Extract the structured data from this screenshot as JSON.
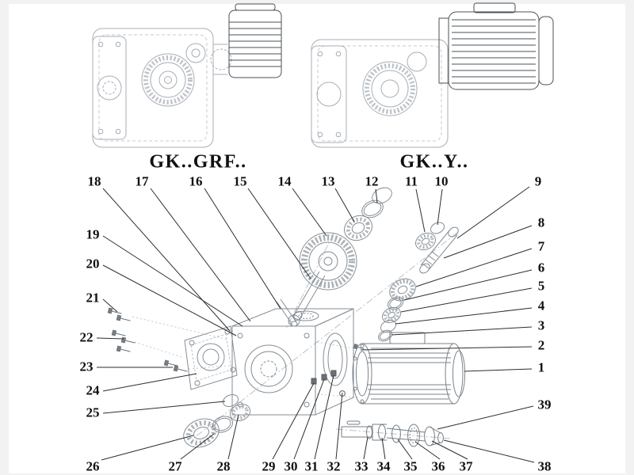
{
  "page": {
    "background": "#f2f2f2",
    "canvas": "#ffffff"
  },
  "diagram": {
    "type": "exploded-parts-diagram",
    "titles": [
      {
        "text": "GK..GRF.."
      },
      {
        "text": "GK..Y.."
      }
    ],
    "colors": {
      "line_art_light": "#a8aeb5",
      "line_art_mid": "#868e95",
      "line_art_dark": "#4b5056",
      "leader_line": "#2e2e2e",
      "label_text": "#111111",
      "title_text": "#111111"
    },
    "callouts": [
      {
        "n": "18",
        "label": [
          119,
          229
        ],
        "line": [
          130,
          238,
          290,
          418
        ]
      },
      {
        "n": "17",
        "label": [
          179,
          229
        ],
        "line": [
          190,
          238,
          316,
          406
        ]
      },
      {
        "n": "16",
        "label": [
          247,
          229
        ],
        "line": [
          258,
          238,
          354,
          390
        ]
      },
      {
        "n": "15",
        "label": [
          303,
          229
        ],
        "line": [
          313,
          238,
          392,
          352
        ]
      },
      {
        "n": "14",
        "label": [
          359,
          229
        ],
        "line": [
          369,
          238,
          412,
          298
        ]
      },
      {
        "n": "13",
        "label": [
          414,
          229
        ],
        "line": [
          423,
          238,
          447,
          280
        ]
      },
      {
        "n": "12",
        "label": [
          469,
          229
        ],
        "line": [
          474,
          239,
          476,
          256
        ]
      },
      {
        "n": "11",
        "label": [
          519,
          229
        ],
        "line": [
          525,
          239,
          536,
          293
        ]
      },
      {
        "n": "10",
        "label": [
          557,
          229
        ],
        "line": [
          558,
          239,
          552,
          284
        ]
      },
      {
        "n": "9",
        "label": [
          679,
          229
        ],
        "line": [
          668,
          236,
          577,
          301
        ]
      },
      {
        "n": "8",
        "label": [
          683,
          281
        ],
        "line": [
          671,
          285,
          560,
          326
        ]
      },
      {
        "n": "7",
        "label": [
          683,
          311
        ],
        "line": [
          671,
          314,
          525,
          362
        ]
      },
      {
        "n": "6",
        "label": [
          683,
          338
        ],
        "line": [
          671,
          341,
          510,
          379
        ]
      },
      {
        "n": "5",
        "label": [
          683,
          361
        ],
        "line": [
          671,
          364,
          506,
          394
        ]
      },
      {
        "n": "4",
        "label": [
          683,
          386
        ],
        "line": [
          671,
          389,
          499,
          409
        ]
      },
      {
        "n": "3",
        "label": [
          683,
          411
        ],
        "line": [
          671,
          413,
          494,
          423
        ]
      },
      {
        "n": "2",
        "label": [
          683,
          436
        ],
        "line": [
          671,
          438,
          455,
          442
        ]
      },
      {
        "n": "1",
        "label": [
          683,
          464
        ],
        "line": [
          671,
          466,
          586,
          469
        ]
      },
      {
        "n": "39",
        "label": [
          687,
          511
        ],
        "line": [
          673,
          513,
          552,
          542
        ]
      },
      {
        "n": "38",
        "label": [
          687,
          589
        ],
        "line": [
          674,
          584,
          560,
          556
        ]
      },
      {
        "n": "19",
        "label": [
          117,
          296
        ],
        "line": [
          130,
          298,
          306,
          412
        ]
      },
      {
        "n": "20",
        "label": [
          117,
          333
        ],
        "line": [
          130,
          335,
          298,
          424
        ]
      },
      {
        "n": "21",
        "label": [
          117,
          376
        ],
        "line": [
          130,
          378,
          148,
          394
        ]
      },
      {
        "n": "22",
        "label": [
          109,
          426
        ],
        "line": [
          122,
          427,
          156,
          428
        ]
      },
      {
        "n": "23",
        "label": [
          109,
          463
        ],
        "line": [
          122,
          464,
          218,
          464
        ]
      },
      {
        "n": "24",
        "label": [
          117,
          493
        ],
        "line": [
          130,
          494,
          248,
          472
        ]
      },
      {
        "n": "25",
        "label": [
          117,
          521
        ],
        "line": [
          130,
          522,
          284,
          507
        ]
      },
      {
        "n": "26",
        "label": [
          117,
          589
        ],
        "line": [
          128,
          581,
          244,
          550
        ]
      },
      {
        "n": "27",
        "label": [
          221,
          589
        ],
        "line": [
          228,
          580,
          270,
          548
        ]
      },
      {
        "n": "28",
        "label": [
          282,
          589
        ],
        "line": [
          288,
          580,
          301,
          524
        ]
      },
      {
        "n": "29",
        "label": [
          339,
          589
        ],
        "line": [
          344,
          580,
          396,
          484
        ]
      },
      {
        "n": "30",
        "label": [
          367,
          589
        ],
        "line": [
          371,
          580,
          409,
          479
        ]
      },
      {
        "n": "31",
        "label": [
          393,
          589
        ],
        "line": [
          397,
          580,
          421,
          474
        ]
      },
      {
        "n": "32",
        "label": [
          421,
          589
        ],
        "line": [
          424,
          580,
          432,
          496
        ]
      },
      {
        "n": "33",
        "label": [
          456,
          589
        ],
        "line": [
          459,
          580,
          464,
          552
        ]
      },
      {
        "n": "34",
        "label": [
          484,
          589
        ],
        "line": [
          486,
          580,
          482,
          553
        ]
      },
      {
        "n": "35",
        "label": [
          518,
          589
        ],
        "line": [
          520,
          580,
          502,
          555
        ]
      },
      {
        "n": "36",
        "label": [
          553,
          589
        ],
        "line": [
          555,
          580,
          524,
          558
        ]
      },
      {
        "n": "37",
        "label": [
          588,
          589
        ],
        "line": [
          590,
          580,
          545,
          557
        ]
      }
    ]
  }
}
